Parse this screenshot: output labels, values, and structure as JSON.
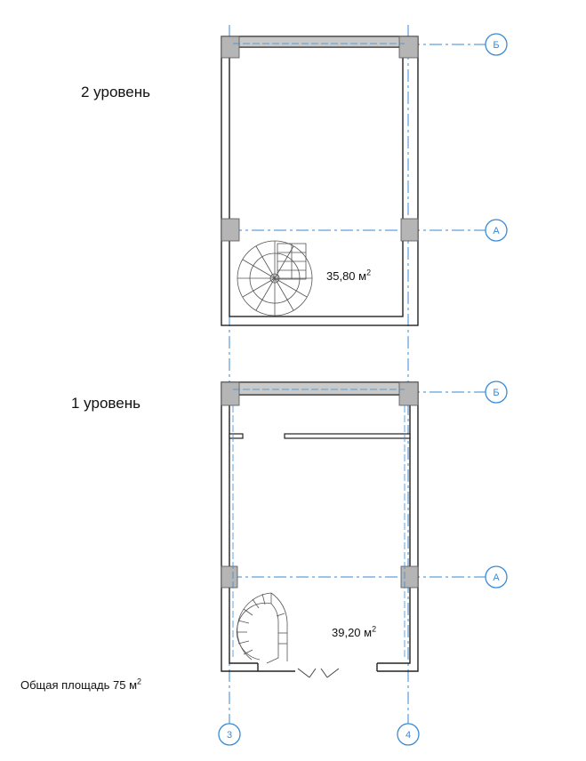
{
  "level2": {
    "label": "2 уровень",
    "area_value": "35,80 м",
    "area_sup": "2"
  },
  "level1": {
    "label": "1 уровень",
    "area_value": "39,20 м",
    "area_sup": "2"
  },
  "total": {
    "text": "Общая площадь 75 м",
    "sup": "2"
  },
  "axes": {
    "b": "Б",
    "a": "А",
    "col3": "3",
    "col4": "4"
  },
  "colors": {
    "axis": "#3a8ad6",
    "wall": "#222222",
    "column": "#b5b5b5"
  }
}
